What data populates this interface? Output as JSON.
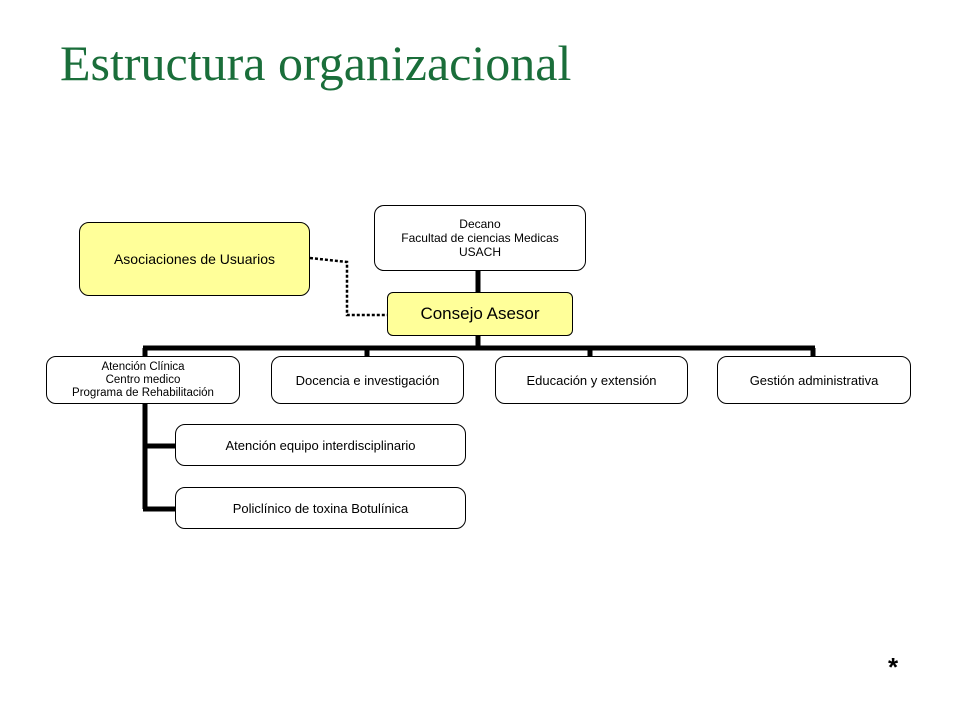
{
  "title": "Estructura organizacional",
  "nodes": {
    "decano": [
      "Decano",
      "Facultad de ciencias Medicas",
      "USACH"
    ],
    "asociaciones": "Asociaciones de Usuarios",
    "consejo": "Consejo Asesor",
    "atencion": [
      "Atención Clínica",
      "Centro medico",
      "Programa de Rehabilitación"
    ],
    "docencia": "Docencia e investigación",
    "educacion": "Educación y extensión",
    "gestion": "Gestión administrativa",
    "equipo": "Atención equipo interdisciplinario",
    "policlinico": "Policlínico de toxina Botulínica"
  },
  "footer_mark": "*",
  "colors": {
    "title": "#1a6e3a",
    "highlight_box": "#ffff99"
  }
}
